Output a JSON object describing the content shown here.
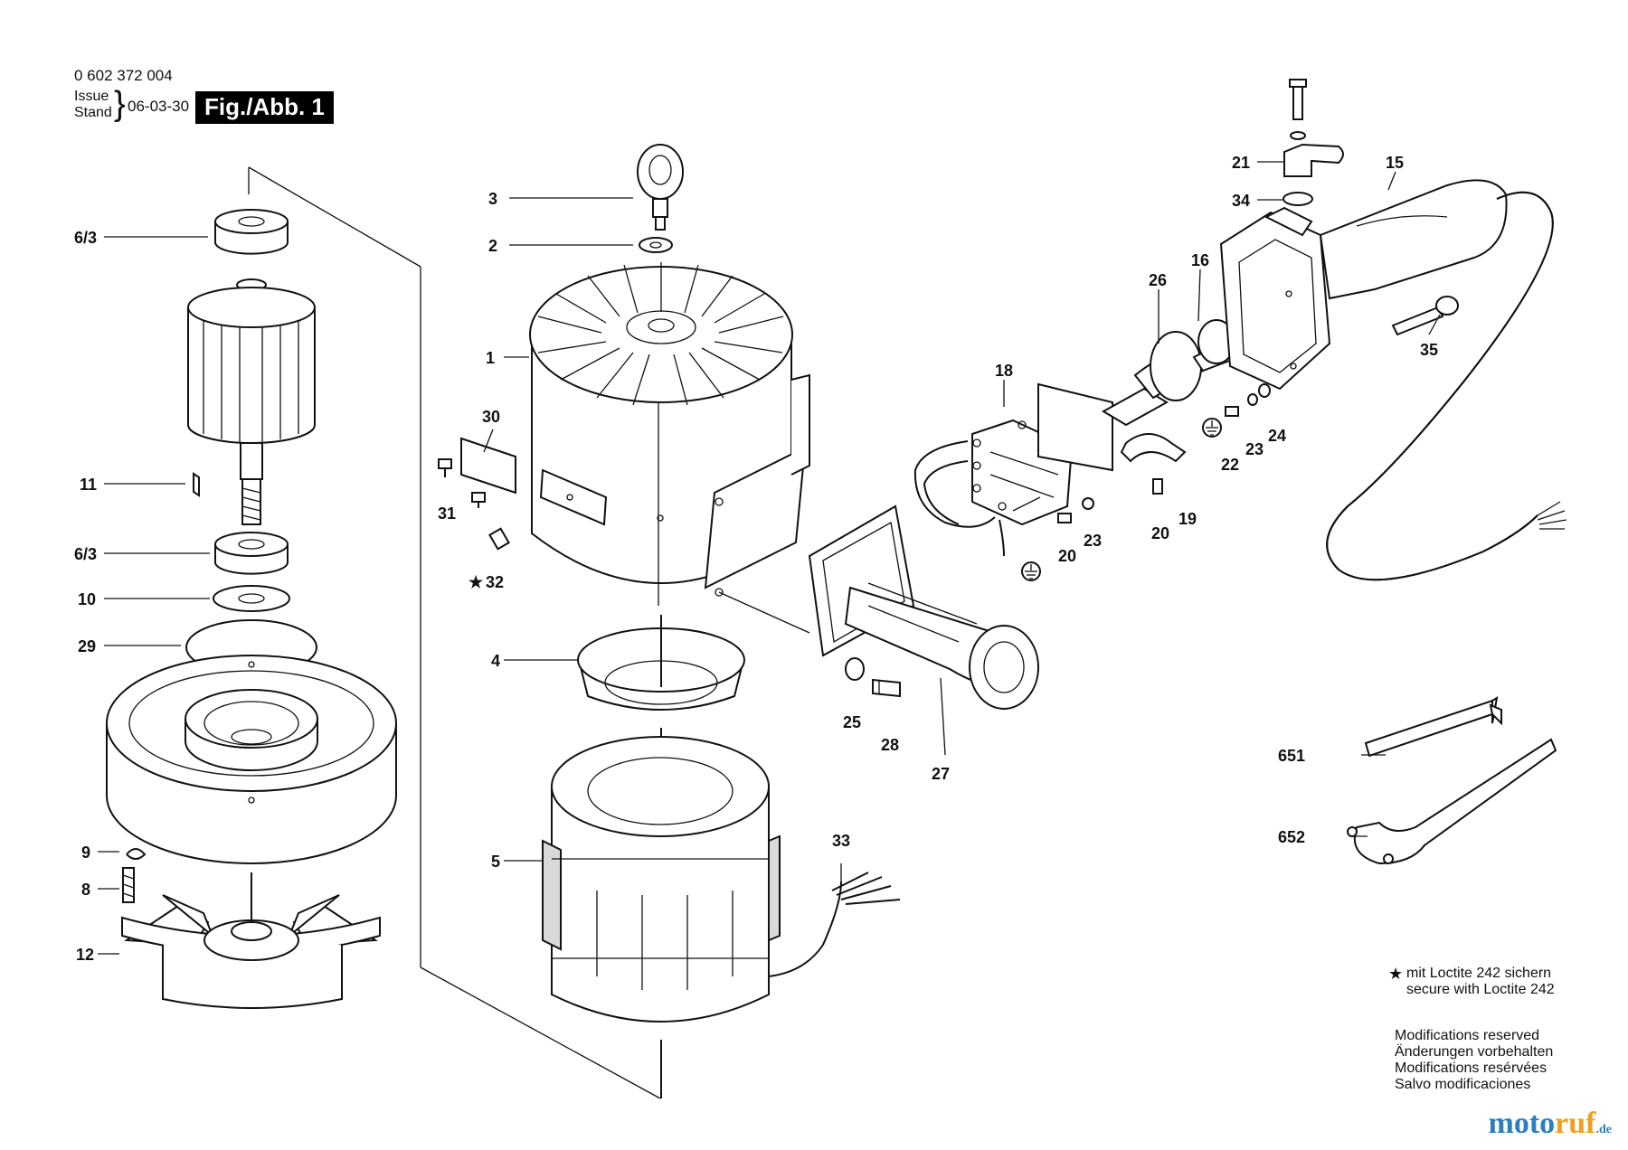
{
  "header": {
    "doc_number": "0 602 372 004",
    "issue_label": "Issue",
    "stand_label": "Stand",
    "issue_date": "06-03-30",
    "figure_badge": "Fig./Abb. 1"
  },
  "callouts": {
    "p3": "3",
    "p2": "2",
    "p1": "1",
    "p30": "30",
    "p31": "31",
    "p32": "32",
    "p4": "4",
    "p5": "5",
    "p33": "33",
    "p63a": "6/3",
    "p11": "11",
    "p63b": "6/3",
    "p10": "10",
    "p29": "29",
    "p9": "9",
    "p8": "8",
    "p12": "12",
    "p21": "21",
    "p34": "34",
    "p15": "15",
    "p16": "16",
    "p26": "26",
    "p35": "35",
    "p18": "18",
    "p22": "22",
    "p23a": "23",
    "p24": "24",
    "p20a": "20",
    "p23b": "23",
    "p19": "19",
    "p20b": "20",
    "p25": "25",
    "p28": "28",
    "p27": "27",
    "p651": "651",
    "p652": "652"
  },
  "notes": {
    "star": "★",
    "loctite_de": "mit Loctite 242 sichern",
    "loctite_en": "secure with Loctite 242",
    "mods": [
      "Modifications reserved",
      "Änderungen vorbehalten",
      "Modifications resérvées",
      "Salvo modificaciones"
    ]
  },
  "watermark": {
    "part_a": "moto",
    "part_b": "ruf",
    "part_c": ".de"
  }
}
